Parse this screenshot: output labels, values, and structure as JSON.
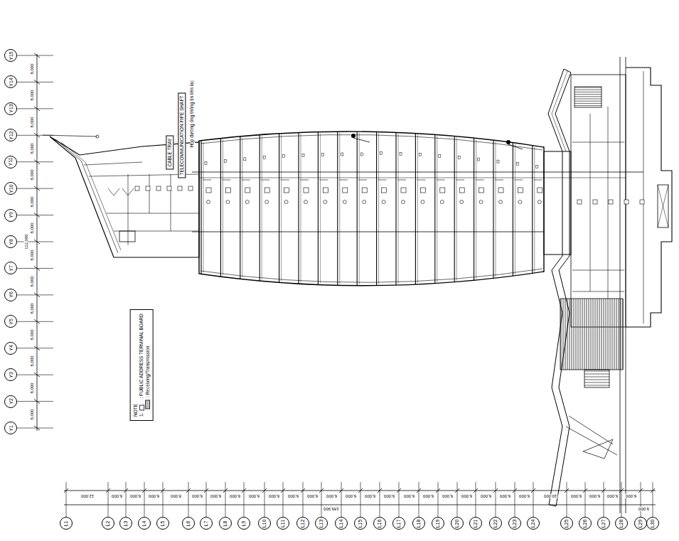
{
  "diagram": {
    "nodes": [
      {
        "text": [
          "Y15"
        ]
      },
      {
        "text": [
          "Y14"
        ]
      },
      {
        "text": [
          "Y13"
        ]
      },
      {
        "text": [
          "Y12"
        ]
      },
      {
        "text": [
          "Y11"
        ]
      },
      {
        "text": [
          "Y10"
        ]
      },
      {
        "text": [
          "Y9"
        ]
      },
      {
        "text": [
          "Y8"
        ]
      },
      {
        "text": [
          "Y7"
        ]
      },
      {
        "text": [
          "Y6"
        ]
      },
      {
        "text": [
          "Y5"
        ]
      },
      {
        "text": [
          "Y4"
        ]
      },
      {
        "text": [
          "Y3"
        ]
      },
      {
        "text": [
          "Y2"
        ]
      },
      {
        "text": [
          "Y1"
        ]
      },
      {
        "text": [
          "L1"
        ]
      },
      {
        "text": [
          "L2"
        ]
      },
      {
        "text": [
          "L3"
        ]
      },
      {
        "text": [
          "L4"
        ]
      },
      {
        "text": [
          "L5"
        ]
      },
      {
        "text": [
          "L6"
        ]
      },
      {
        "text": [
          "L7"
        ]
      },
      {
        "text": [
          "L8"
        ]
      },
      {
        "text": [
          "L9"
        ]
      },
      {
        "text": [
          "L10"
        ]
      },
      {
        "text": [
          "L11"
        ]
      },
      {
        "text": [
          "L12"
        ]
      },
      {
        "text": [
          "L13"
        ]
      },
      {
        "text": [
          "L14"
        ]
      },
      {
        "text": [
          "L15"
        ]
      },
      {
        "text": [
          "L16"
        ]
      },
      {
        "text": [
          "L17"
        ]
      },
      {
        "text": [
          "L18"
        ]
      },
      {
        "text": [
          "L19"
        ]
      },
      {
        "text": [
          "L20"
        ]
      },
      {
        "text": [
          "L21"
        ]
      },
      {
        "text": [
          "L22"
        ]
      },
      {
        "text": [
          "L23"
        ]
      },
      {
        "text": [
          "L24"
        ]
      },
      {
        "text": [
          "L25"
        ]
      },
      {
        "text": [
          "L26"
        ]
      },
      {
        "text": [
          "L27"
        ]
      },
      {
        "text": [
          "L28"
        ]
      },
      {
        "text": [
          "L29"
        ]
      },
      {
        "text": [
          "L30"
        ]
      },
      {
        "text": [
          "TELECOMMUNICATION PIPE SHAFT"
        ]
      },
      {
        "text": [
          "CABLE TRAY"
        ]
      },
      {
        "text": [
          "NOTE"
        ]
      }
    ],
    "labels": [
      "8,000",
      "8,000",
      "8,000",
      "8,000",
      "8,000",
      "8,000",
      "8,000",
      "8,000",
      "8,000",
      "8,000",
      "8,000",
      "8,000",
      "8,000",
      "8,000",
      "112,000",
      "12,000",
      "6,000",
      "6,000",
      "6,000",
      "8,000",
      "6,000",
      "6,000",
      "6,000",
      "6,000",
      "6,000",
      "6,000",
      "6,000",
      "6,000",
      "6,000",
      "6,000",
      "6,000",
      "6,000",
      "6,000",
      "6,000",
      "6,000",
      "6,000",
      "6,000",
      "6,000",
      "10,000",
      "6,000",
      "6,000",
      "6,000",
      "6,000",
      "189,900",
      "9,000",
      "Hộp đường ống thông tin liên lạc",
      "1."
    ],
    "legend": [
      {
        "text": ": PUBLIC ADDRESS TERMINAL BOARD"
      },
      {
        "text": ": Receiving/Transmission"
      }
    ]
  }
}
